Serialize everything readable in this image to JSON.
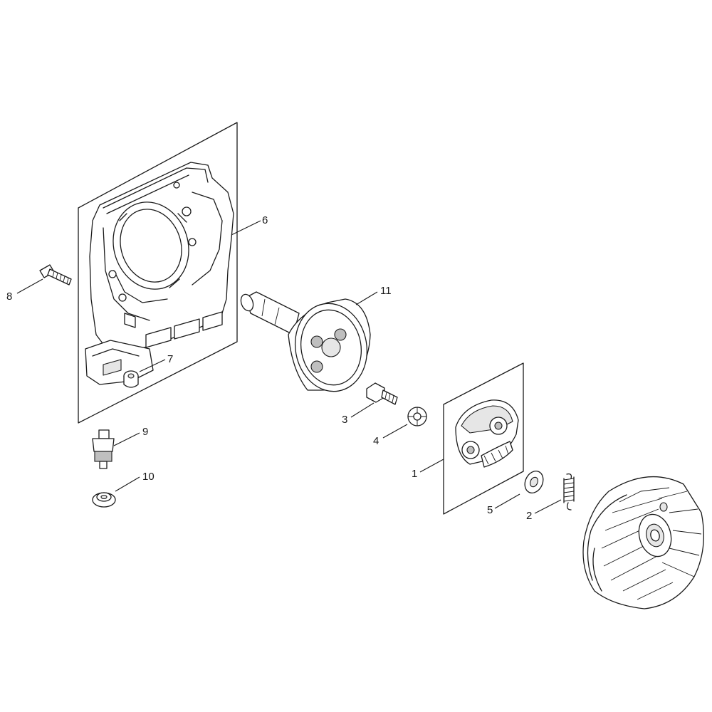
{
  "callouts": {
    "c1": "1",
    "c2": "2",
    "c3": "3",
    "c4": "4",
    "c5": "5",
    "c6": "6",
    "c7": "7",
    "c8": "8",
    "c9": "9",
    "c10": "10",
    "c11": "11"
  },
  "icons": {
    "crankcase_cover": "crankcase-cover-icon",
    "clutch_drum": "clutch-drum-icon",
    "clutch_assembly": "clutch-assembly-icon",
    "flywheel": "flywheel-icon"
  }
}
